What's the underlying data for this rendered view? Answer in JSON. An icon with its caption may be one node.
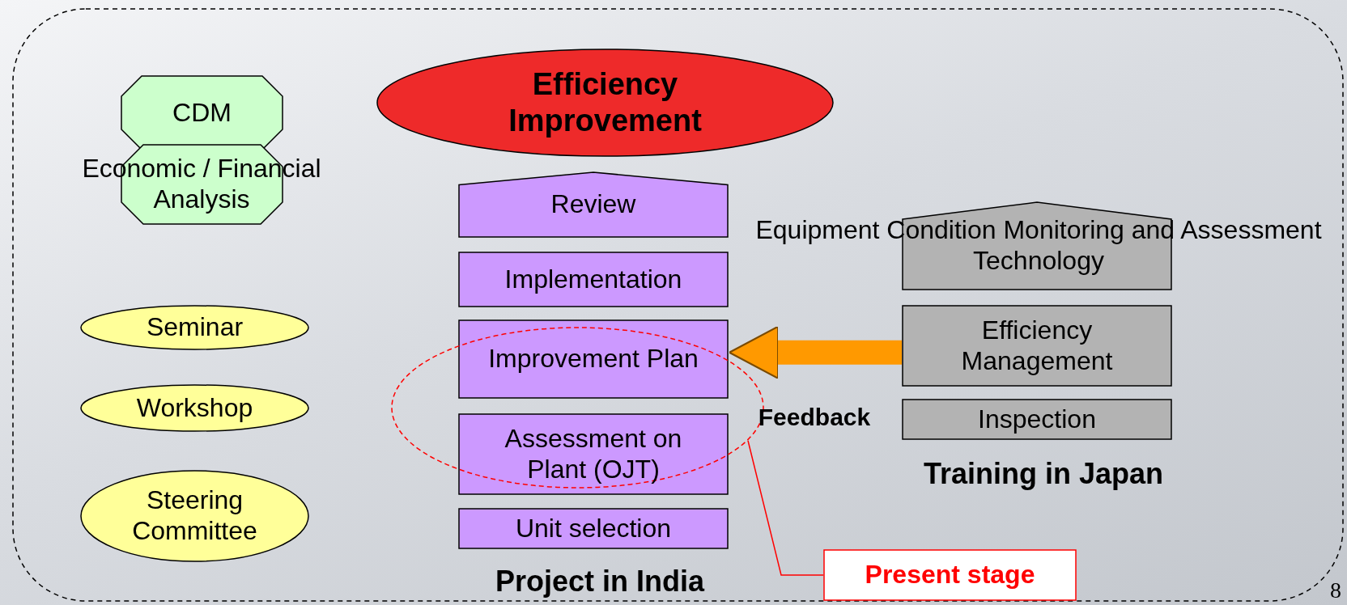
{
  "diagram": {
    "nodes": [
      {
        "text": [
          "Efficiency Improvement"
        ]
      },
      {
        "text": [
          "CDM"
        ]
      },
      {
        "text": [
          "Economic / Financial Analysis"
        ]
      },
      {
        "text": [
          "Review"
        ]
      },
      {
        "text": [
          "Implementation"
        ]
      },
      {
        "text": [
          "Improvement Plan"
        ]
      },
      {
        "text": [
          "Assessment on Plant (OJT)"
        ]
      },
      {
        "text": [
          "Unit selection"
        ]
      },
      {
        "text": [
          "Seminar"
        ]
      },
      {
        "text": [
          "Workshop"
        ]
      },
      {
        "text": [
          "Steering Committee"
        ]
      },
      {
        "text": [
          "Equipment Condition Monitoring and Assessment Technology"
        ]
      },
      {
        "text": [
          "Efficiency Management"
        ]
      },
      {
        "text": [
          "Inspection"
        ]
      },
      {
        "text": [],
        "shape": "circle"
      },
      {
        "text": [
          "Present stage"
        ]
      }
    ],
    "edges": [
      {
        "from": 12,
        "to": 5,
        "arrow": "to",
        "label": "Feedback",
        "style": "thick",
        "color": "#ff9900"
      },
      {
        "from": 15,
        "to": 14,
        "arrow": "none",
        "color": "#ff0000"
      }
    ],
    "labels": [
      "Project in India",
      "Training in Japan",
      "8"
    ]
  }
}
